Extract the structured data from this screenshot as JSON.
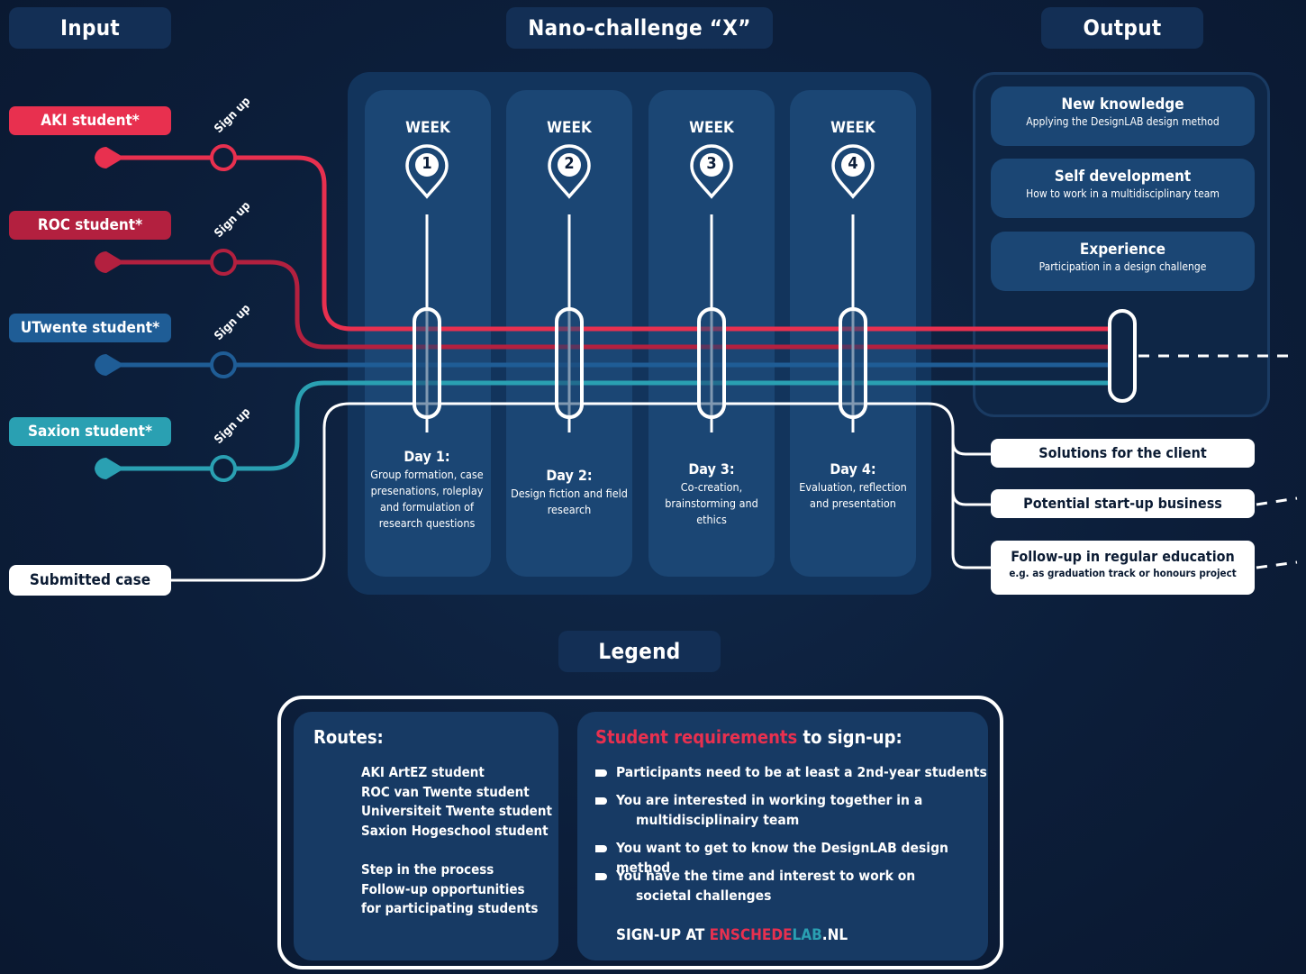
{
  "headers": {
    "input": "Input",
    "challenge": "Nano-challenge “X”",
    "output": "Output",
    "legend": "Legend"
  },
  "inputs": [
    {
      "label": "AKI student*",
      "color": "#e8304f",
      "signup": "Sign up"
    },
    {
      "label": "ROC student*",
      "color": "#b3203f",
      "signup": "Sign up"
    },
    {
      "label": "UTwente student*",
      "color": "#1f5d96",
      "signup": "Sign up"
    },
    {
      "label": "Saxion student*",
      "color": "#2aa0b2",
      "signup": "Sign up"
    }
  ],
  "submitted_case": "Submitted case",
  "weeks": [
    {
      "label": "WEEK",
      "number": "1",
      "day_title": "Day 1:",
      "day_desc": "Group formation, case presenations, roleplay and formulation of research questions"
    },
    {
      "label": "WEEK",
      "number": "2",
      "day_title": "Day 2:",
      "day_desc": "Design fiction and field research"
    },
    {
      "label": "WEEK",
      "number": "3",
      "day_title": "Day 3:",
      "day_desc": "Co-creation, brainstorming and ethics"
    },
    {
      "label": "WEEK",
      "number": "4",
      "day_title": "Day 4:",
      "day_desc": "Evaluation, reflection and presentation"
    }
  ],
  "outputs": [
    {
      "title": "New knowledge",
      "subtitle": "Applying the DesignLAB design method"
    },
    {
      "title": "Self development",
      "subtitle": "How to work in a multidisciplinary team"
    },
    {
      "title": "Experience",
      "subtitle": "Participation in a design challenge"
    }
  ],
  "results": [
    {
      "title": "Solutions for the client",
      "subtitle": ""
    },
    {
      "title": "Potential start-up business",
      "subtitle": ""
    },
    {
      "title": "Follow-up in regular education",
      "subtitle": "e.g. as graduation track or honours project"
    }
  ],
  "legend": {
    "routes_title": "Routes:",
    "routes": [
      {
        "label": "AKI ArtEZ student",
        "color": "#e8304f"
      },
      {
        "label": "ROC van Twente student",
        "color": "#b3203f"
      },
      {
        "label": "Universiteit Twente student",
        "color": "#1f5d96"
      },
      {
        "label": "Saxion Hogeschool student",
        "color": "#2aa0b2"
      }
    ],
    "step": "Step in the process",
    "followup_line1": "Follow-up opportunities",
    "followup_line2": "for participating students",
    "req_title_highlight": "Student requirements",
    "req_title_rest": " to sign-up:",
    "requirements": [
      {
        "line1": "Participants need to be at least a 2nd-year students",
        "line2": ""
      },
      {
        "line1": "You are interested in working together in a",
        "line2": "multidisciplinairy  team"
      },
      {
        "line1": "You want to get to know the DesignLAB design method",
        "line2": ""
      },
      {
        "line1": "You have the time and interest to work on",
        "line2": "societal challenges"
      }
    ],
    "signup_prefix": "SIGN-UP AT ",
    "signup_site_a": "ENSCHEDE",
    "signup_site_b": "LAB",
    "signup_site_c": ".NL"
  },
  "colors": {
    "aki": "#e8304f",
    "roc": "#b3203f",
    "utwente": "#1f5d96",
    "saxion": "#2aa0b2",
    "highlight": "#e8304f"
  }
}
